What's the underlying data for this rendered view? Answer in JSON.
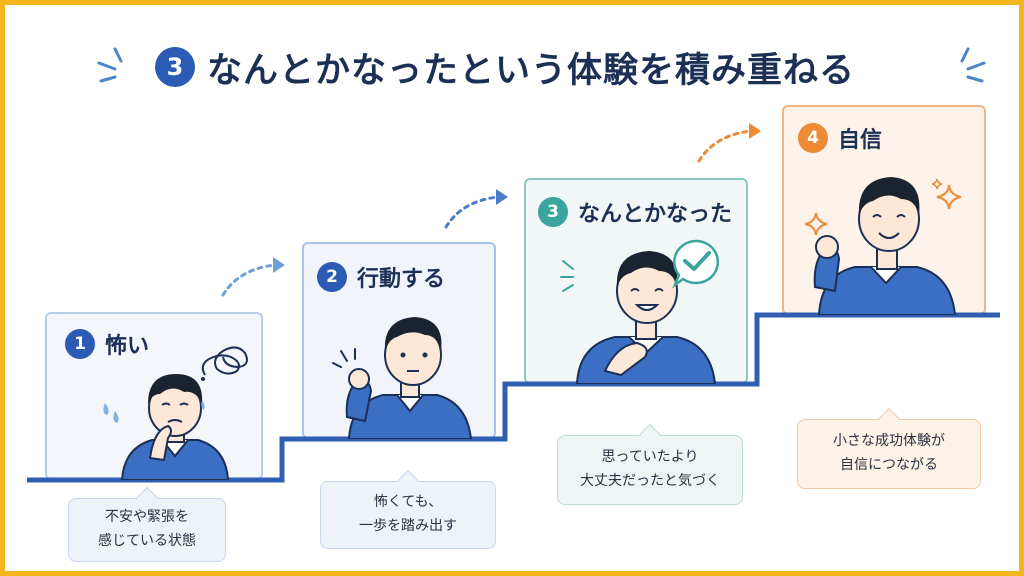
{
  "title": {
    "number": "3",
    "text": "なんとかなったという体験を積み重ねる"
  },
  "steps": [
    {
      "number": "1",
      "label": "怖い",
      "caption_lines": [
        "不安や緊張を",
        "感じている状態"
      ]
    },
    {
      "number": "2",
      "label": "行動する",
      "caption_lines": [
        "怖くても、",
        "一歩を踏み出す"
      ]
    },
    {
      "number": "3",
      "label": "なんとかなった",
      "caption_lines": [
        "思っていたより",
        "大丈夫だったと気づく"
      ]
    },
    {
      "number": "4",
      "label": "自信",
      "caption_lines": [
        "小さな成功体験が",
        "自信につながる"
      ]
    }
  ],
  "colors": {
    "frame": "#f2b51d",
    "title_badge": "#2b5bb5",
    "step_blue": "#2b5bb5",
    "step_teal": "#3aa59c",
    "step_orange": "#ef8a34",
    "stairs": "#2f5fb3"
  },
  "icons": [
    "sparkle-left-icon",
    "sparkle-right-icon",
    "worry-scribble-icon",
    "sweat-drops-icon",
    "tension-lines-icon",
    "check-bubble-icon",
    "star-sparkle-icon",
    "dotted-arrow-icon"
  ]
}
